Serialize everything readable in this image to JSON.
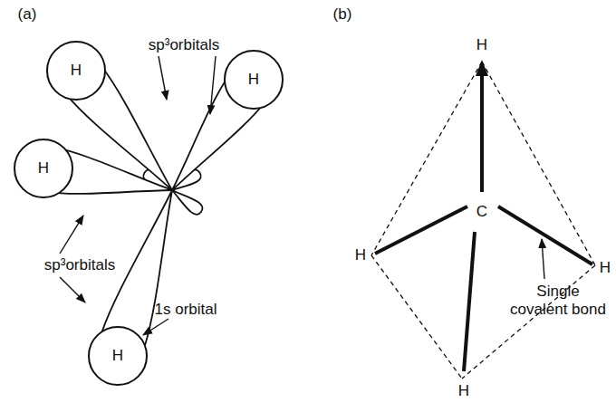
{
  "diagram": {
    "nodes": [
      {
        "text": [
          "H"
        ]
      },
      {
        "text": [
          "H"
        ]
      },
      {
        "text": [
          "H"
        ]
      },
      {
        "text": [
          "H"
        ]
      }
    ],
    "labels": [
      "(a)",
      "sp³orbitals",
      "sp³orbitals",
      "1s orbital",
      "(b)",
      "H",
      "C",
      "H",
      "H",
      "H",
      "Single covalent bond"
    ]
  }
}
